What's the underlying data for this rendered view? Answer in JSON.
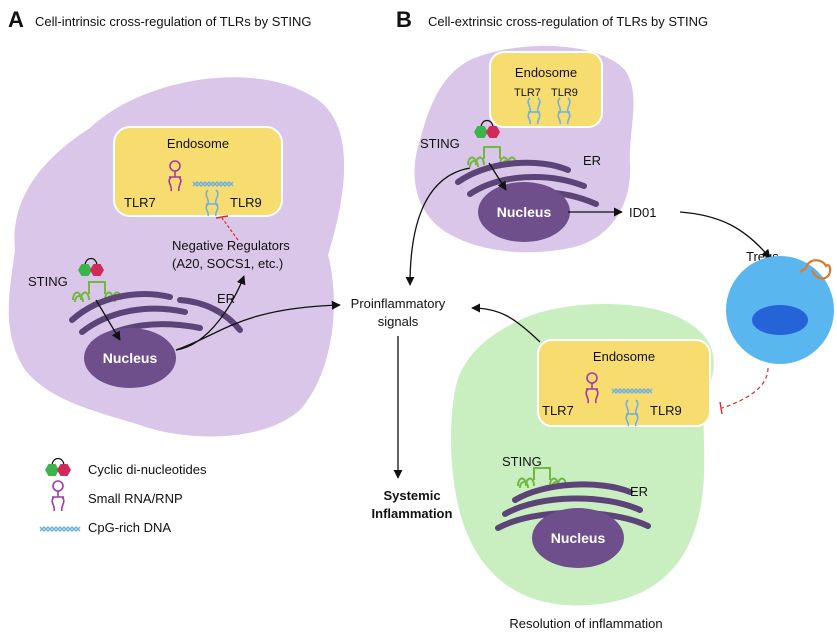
{
  "panel_a": {
    "letter": "A",
    "title": "Cell-intrinsic cross-regulation of TLRs by STING",
    "endosome": "Endosome",
    "tlr7": "TLR7",
    "tlr9": "TLR9",
    "negative_regulators_line1": "Negative Regulators",
    "negative_regulators_line2": "(A20, SOCS1, etc.)",
    "sting": "STING",
    "er": "ER",
    "nucleus": "Nucleus"
  },
  "panel_b": {
    "letter": "B",
    "title": "Cell-extrinsic cross-regulation of TLRs by STING",
    "top_cell": {
      "endosome": "Endosome",
      "tlr7": "TLR7",
      "tlr9": "TLR9",
      "sting": "STING",
      "er": "ER",
      "nucleus": "Nucleus"
    },
    "id01": "ID01",
    "tregs": "Tregs",
    "bottom_cell": {
      "endosome": "Endosome",
      "tlr7": "TLR7",
      "tlr9": "TLR9",
      "sting": "STING",
      "er": "ER",
      "nucleus": "Nucleus"
    },
    "resolution": "Resolution of inflammation"
  },
  "center": {
    "proinflammatory_line1": "Proinflammatory",
    "proinflammatory_line2": "signals",
    "systemic_line1": "Systemic",
    "systemic_line2": "Inflammation"
  },
  "legend": {
    "cdn": "Cyclic di-nucleotides",
    "rna": "Small RNA/RNP",
    "dna": "CpG-rich DNA"
  },
  "colors": {
    "cell_purple": "#d9c6e8",
    "cell_green": "#c9efc0",
    "endosome_fill": "#f7dc6f",
    "nucleus": "#6e4f8c",
    "er": "#5c4479",
    "tlr7": "#a23aa8",
    "tlr9": "#6fb2e0",
    "sting": "#74b83f",
    "cdn_green": "#3bb54a",
    "cdn_red": "#d12a5a",
    "treg_cell": "#5ab6ee",
    "treg_nucleus": "#2563d8",
    "treg_receptor": "#e0782a",
    "inhibit_red": "#d62b2b"
  }
}
